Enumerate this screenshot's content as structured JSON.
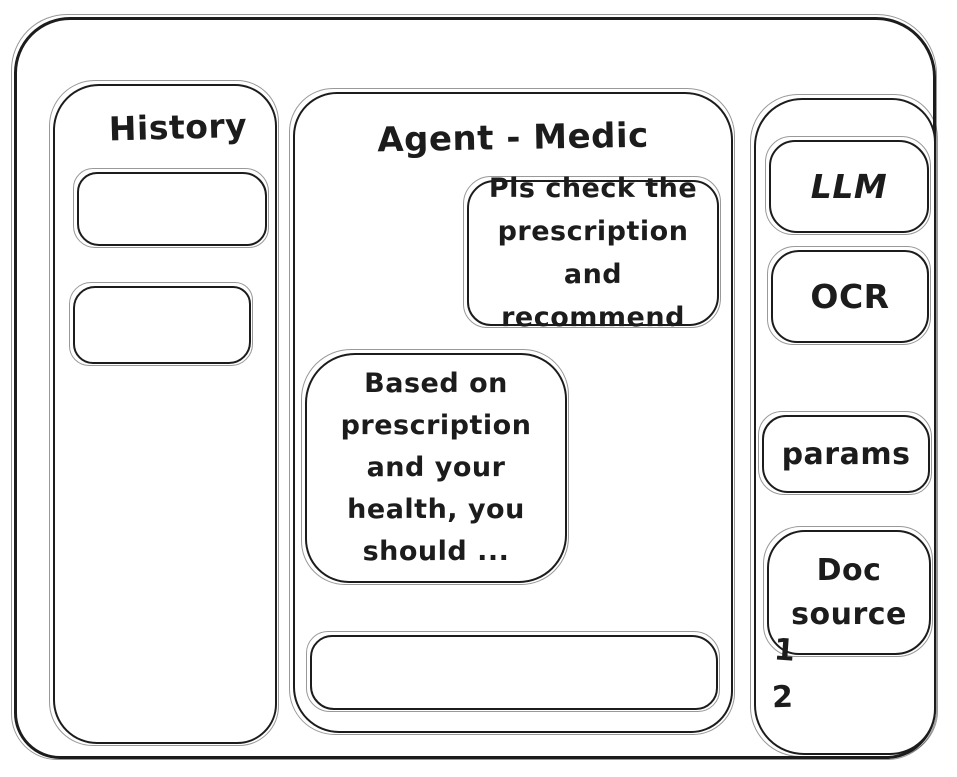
{
  "colors": {
    "ink": "#1c1c1c",
    "background": "#ffffff"
  },
  "history_panel": {
    "title": "History",
    "items": [
      "",
      ""
    ]
  },
  "chat_panel": {
    "title": "Agent - Medic",
    "messages": [
      {
        "role": "user",
        "text": "Pls check the\nprescription\nand recommend"
      },
      {
        "role": "assistant",
        "text": "Based on\nprescription\nand your\nhealth, you\nshould ..."
      }
    ],
    "input": {
      "value": ""
    }
  },
  "tools_panel": {
    "llm_label": "LLM",
    "ocr_label": "OCR",
    "params_label": "params",
    "doc_source_label": "Doc\nsource",
    "doc_items": [
      "1",
      "2"
    ]
  }
}
